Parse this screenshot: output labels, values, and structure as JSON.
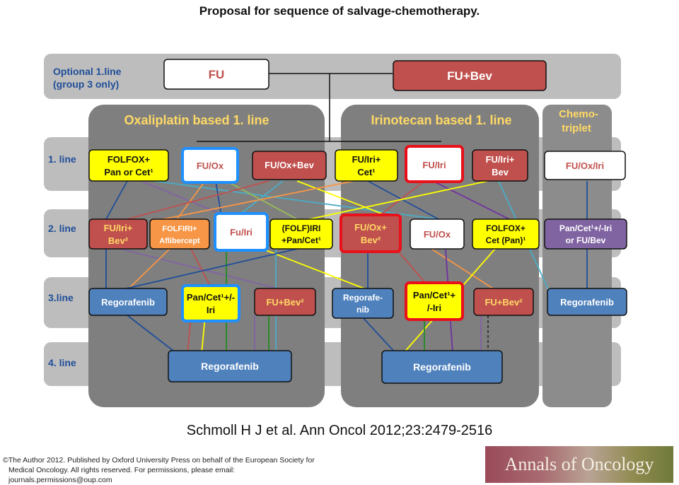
{
  "title": "Proposal for sequence of salvage-chemotherapy.",
  "rows": {
    "optional": [
      "Optional 1.line",
      "(group 3 only)"
    ],
    "line1": "1. line",
    "line2": "2. line",
    "line3": "3.line",
    "line4": "4. line"
  },
  "groups": {
    "oxaliplatin": "Oxaliplatin based 1. line",
    "irinotecan": "Irinotecan based 1. line",
    "chemo_triplet": [
      "Chemo-",
      "triplet"
    ]
  },
  "boxes": {
    "fu_top": [
      "FU"
    ],
    "fubev_top": [
      "FU+Bev"
    ],
    "folfox_pan": [
      "FOLFOX+",
      "Pan or Cet¹"
    ],
    "fuox_l1": [
      "FU/Ox"
    ],
    "fuoxbev_l1": [
      "FU/Ox+Bev"
    ],
    "fuiricet_l1": [
      "FU/Iri+",
      "Cet¹"
    ],
    "fuiri_l1": [
      "FU/Iri"
    ],
    "fuiribev_l1": [
      "FU/Iri+",
      "Bev"
    ],
    "fuoxiri_l1": [
      "FU/Ox/Iri"
    ],
    "fuiribev_l2": [
      "FU/Iri+",
      "Bev²"
    ],
    "folfiri_afl": [
      "FOLFIRI+",
      "Aflibercept"
    ],
    "fuiri_l2": [
      "Fu/Iri"
    ],
    "folfiri_pan": [
      "(FOLF)IRI",
      "+Pan/Cet¹"
    ],
    "fuoxbev_l2": [
      "FU/Ox+",
      "Bev²"
    ],
    "fuox_l2": [
      "FU/Ox"
    ],
    "folfox_cet": [
      "FOLFOX+",
      "Cet (Pan)¹"
    ],
    "pancet_fubev": [
      "Pan/Cet¹+/-Iri",
      "or FU/Bev"
    ],
    "rego_l3_a": [
      "Regorafenib"
    ],
    "pancetiri_l3_a": [
      "Pan/Cet¹+/-",
      "Iri"
    ],
    "fubev_l3_a": [
      "FU+Bev²"
    ],
    "rego_l3_b": [
      "Regorafe-",
      "nib"
    ],
    "pancetiri_l3_b": [
      "Pan/Cet¹+",
      "/-Iri"
    ],
    "fubev_l3_b": [
      "FU+Bev²"
    ],
    "rego_l3_c": [
      "Regorafenib"
    ],
    "rego_l4_a": [
      "Regorafenib"
    ],
    "rego_l4_b": [
      "Regorafenib"
    ]
  },
  "colors": {
    "white": "#ffffff",
    "red": "#c0504d",
    "yellow": "#ffff00",
    "orange": "#f79646",
    "purple": "#8064a2",
    "blue": "#4f81bd",
    "highlight_blue": "#1e90ff",
    "highlight_red": "#e8101a",
    "group_header_text": "#ffd966",
    "row_label_text": "#1f4e99"
  },
  "citation": "Schmoll H J et al. Ann Oncol 2012;23:2479-2516",
  "copyright": [
    "©The Author 2012. Published by Oxford University Press on behalf of the European Society for",
    "Medical Oncology. All rights reserved. For permissions, please email:",
    "journals.permissions@oup.com"
  ],
  "journal_logo": "Annals of Oncology"
}
